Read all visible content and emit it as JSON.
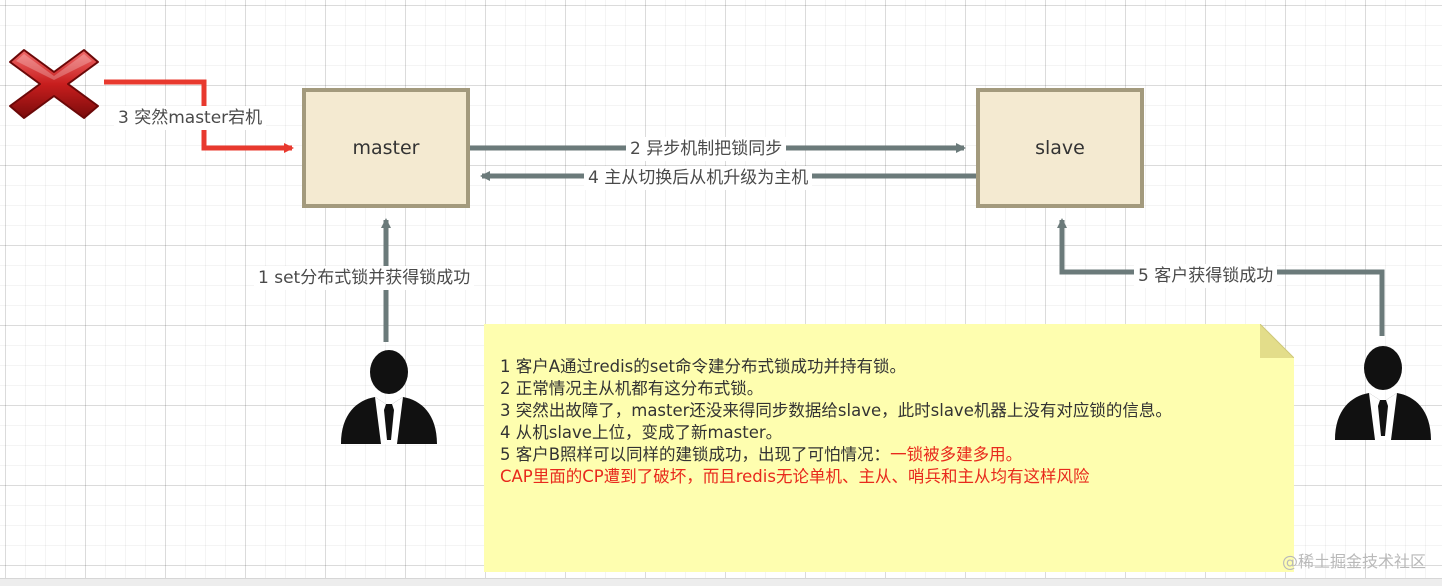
{
  "nodes": {
    "master": {
      "label": "master"
    },
    "slave": {
      "label": "slave"
    }
  },
  "edges": {
    "crash": {
      "label": "3 突然master宕机"
    },
    "sync": {
      "label": "2 异步机制把锁同步"
    },
    "promote": {
      "label": "4 主从切换后从机升级为主机"
    },
    "client_a": {
      "label": "1 set分布式锁并获得锁成功"
    },
    "client_b": {
      "label": "5 客户获得锁成功"
    }
  },
  "note": {
    "lines": [
      "1 客户A通过redis的set命令建分布式锁成功并持有锁。",
      "2 正常情况主从机都有这分布式锁。",
      "3  突然出故障了，master还没来得同步数据给slave，此时slave机器上没有对应锁的信息。",
      "4 从机slave上位，变成了新master。"
    ],
    "line5_prefix": "5 客户B照样可以同样的建锁成功，出现了可怕情况：",
    "line5_highlight": "一锁被多建多用。",
    "line6": "CAP里面的CP遭到了破坏，而且redis无论单机、主从、哨兵和主从均有这样风险"
  },
  "icons": {
    "crash": "red-cross-icon",
    "client_a": "user-icon",
    "client_b": "user-icon"
  },
  "colors": {
    "node_fill": "#f4ead1",
    "node_border": "#a39a7d",
    "connector": "#6b7a7a",
    "crash_connector": "#e8392e",
    "note_fill": "#fefeaf",
    "highlight_text": "#e8291c"
  },
  "watermark": "@稀土掘金技术社区"
}
